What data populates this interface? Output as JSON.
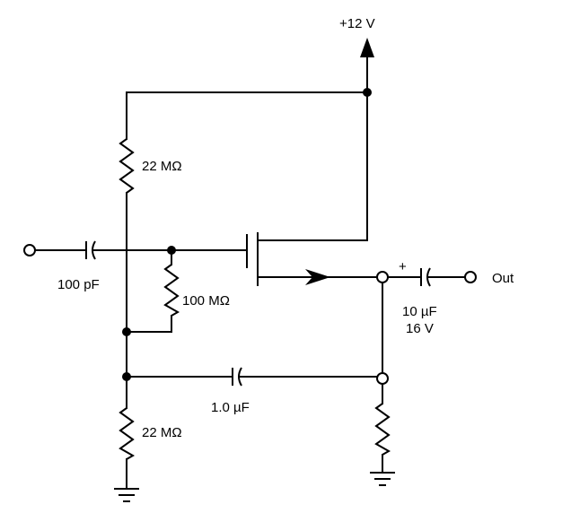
{
  "schematic": {
    "supply_label": "+12 V",
    "input_cap_label": "100 pF",
    "bias_top_label": "22 MΩ",
    "gate_res_label": "100 MΩ",
    "bypass_cap_label": "1.0 µF",
    "bias_bottom_label": "22 MΩ",
    "output_cap_plus": "+",
    "output_cap_value": "10 µF",
    "output_cap_voltage": "16 V",
    "output_label": "Out"
  }
}
